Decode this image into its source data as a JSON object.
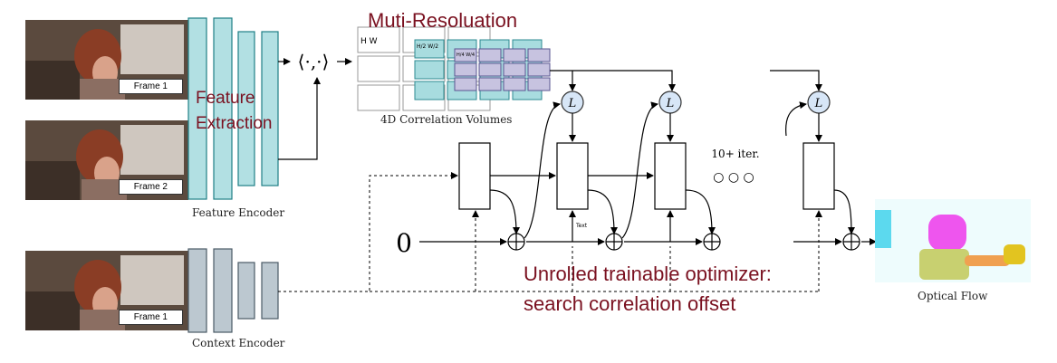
{
  "title": "Muti-Resoluation",
  "feature_extraction_label": [
    "Feature",
    "Extraction"
  ],
  "frames": [
    {
      "label": "Frame 1"
    },
    {
      "label": "Frame 2"
    },
    {
      "label": "Frame 1"
    }
  ],
  "feature_encoder_label": "Feature Encoder",
  "context_encoder_label": "Context Encoder",
  "inner_product_symbol": "⟨·,·⟩",
  "correlation_volumes_label": "4D Correlation Volumes",
  "grid_dims": {
    "full": "H   W",
    "half": "H/2  W/2",
    "quarter": "H/4  W/4"
  },
  "lookup_symbol": "L",
  "iterations_label": "10+ iter.",
  "ellipsis": "○ ○ ○",
  "initial_value": "0",
  "text_tiny": "Text",
  "optimizer_label": [
    "Unrolled trainable optimizer:",
    "search correlation offset"
  ],
  "optical_flow_label": "Optical Flow",
  "colors": {
    "feature_encoder": "#b2e0e3",
    "context_encoder": "#bcc8d0",
    "lookup": "#d7e6f7",
    "accent_red": "#7a1120",
    "grid_teal": "#a8dcdf",
    "grid_purple": "#c7c3e0"
  }
}
